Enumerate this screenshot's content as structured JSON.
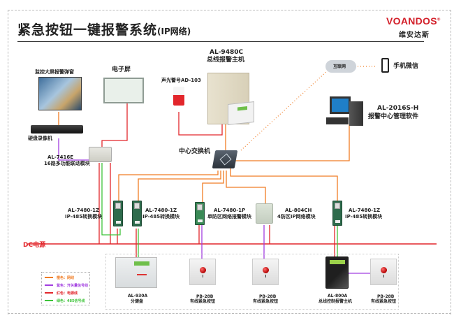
{
  "header": {
    "title": "紧急按钮一键报警系统",
    "title_suffix": "(IP网络)",
    "brand_name": "VOANDOS",
    "brand_mark": "®",
    "brand_cn": "维安达斯",
    "brand_color": "#d3202a"
  },
  "devices": {
    "video_wall": {
      "label": "监控大屏报警弹窗"
    },
    "electronic_screen": {
      "label": "电子屏"
    },
    "nvr": {
      "label": "硬盘录像机"
    },
    "linkage_module": {
      "model": "AL-7416E",
      "label": "16路多功能联动模块"
    },
    "strobe": {
      "label": "声光警号AD-103"
    },
    "bus_host": {
      "model": "AL-9480C",
      "label": "总线报警主机"
    },
    "cloud": {
      "label": "互联网"
    },
    "phone": {
      "label": "手机微信"
    },
    "pc": {
      "model": "AL-2016S-H",
      "label": "报警中心管理软件"
    },
    "switch": {
      "label": "中心交换机"
    },
    "converter_1": {
      "model": "AL-7480-1Z",
      "label": "IP-485转换模块"
    },
    "converter_2": {
      "model": "AL-7480-1Z",
      "label": "IP-485转换模块"
    },
    "single_zone": {
      "model": "AL-7480-1P",
      "label": "单防区网络报警模块"
    },
    "four_zone": {
      "model": "AL-804CH",
      "label": "4防区IP网络模块"
    },
    "converter_3": {
      "model": "AL-7480-1Z",
      "label": "IP-485转换模块"
    },
    "keypad": {
      "model": "AL-930A",
      "label": "分键盘"
    },
    "button_1": {
      "model": "PB-28B",
      "label": "有线紧急按钮"
    },
    "button_2": {
      "model": "PB-28B",
      "label": "有线紧急按钮"
    },
    "bus_controller": {
      "model": "AL-800A",
      "label": "总线控制报警主机"
    },
    "button_3": {
      "model": "PB-28B",
      "label": "有线紧急按钮"
    }
  },
  "power_label": "DC电源",
  "legend": [
    {
      "label": "橙色：网线",
      "color": "#f07c24"
    },
    {
      "label": "紫色：开关量信号线",
      "color": "#a13de0"
    },
    {
      "label": "红色：电源线",
      "color": "#e2262b"
    },
    {
      "label": "绿色：485信号线",
      "color": "#3ec43a"
    }
  ]
}
